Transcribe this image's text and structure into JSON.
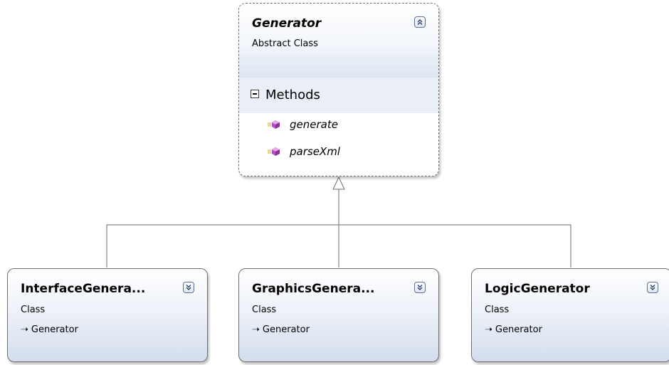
{
  "diagram": {
    "base_class": {
      "name": "Generator",
      "kind": "Abstract Class",
      "sections": [
        {
          "label": "Methods",
          "members": [
            {
              "name": "generate",
              "icon": "method-icon"
            },
            {
              "name": "parseXml",
              "icon": "method-icon"
            }
          ]
        }
      ],
      "toggle_icon": "collapse-chevron-up-icon"
    },
    "derived_classes": [
      {
        "name": "InterfaceGenera...",
        "kind": "Class",
        "inherits": "Generator",
        "toggle_icon": "expand-chevron-down-icon"
      },
      {
        "name": "GraphicsGenera...",
        "kind": "Class",
        "inherits": "Generator",
        "toggle_icon": "expand-chevron-down-icon"
      },
      {
        "name": "LogicGenerator",
        "kind": "Class",
        "inherits": "Generator",
        "toggle_icon": "expand-chevron-down-icon"
      }
    ],
    "colors": {
      "shape_border": "#6f6f6f",
      "shape_fill_bottom": "#d3ddec",
      "section_fill": "#e9eef7",
      "method_icon": "#b44fc0",
      "connector": "#6f6f6f"
    }
  }
}
